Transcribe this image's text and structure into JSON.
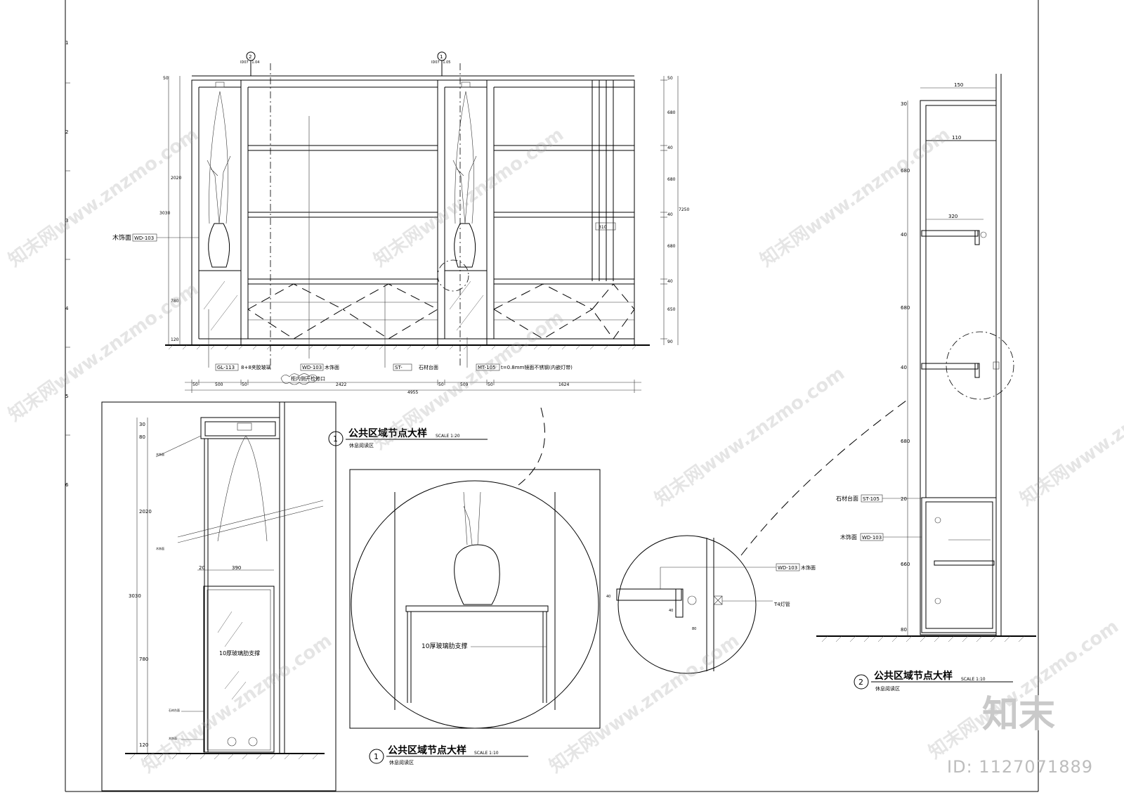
{
  "elevation": {
    "section_marks": [
      {
        "num": "2",
        "ref": "ID07 T1.04"
      },
      {
        "num": "1",
        "ref": "ID07 T1.05"
      }
    ],
    "labels": {
      "wood_face": "木饰面",
      "wood_code": "WD-103",
      "glass_code": "GL-113",
      "glass_text": "8+8夹胶玻璃",
      "wood_bottom_code": "WD-103",
      "wood_bottom_text": "木饰面",
      "stone_code": "ST-",
      "stone_text": "石材台面",
      "metal_code": "MT-105",
      "metal_text": "t=0.8mm镜面不锈钢(内嵌灯带)",
      "access_note": "柜内侧开检修口"
    },
    "dims_bottom": [
      "50",
      "500",
      "50",
      "2422",
      "50",
      "509",
      "50",
      "1624"
    ],
    "dim_total": "4955",
    "dims_right": [
      "50",
      "680",
      "40",
      "680",
      "40",
      "680",
      "40",
      "650",
      "90"
    ],
    "dims_right_total": "7250",
    "dims_left": [
      "50",
      "2020",
      "3030",
      "780",
      "120"
    ],
    "small_dim": "310"
  },
  "detail_left": {
    "dims_vertical": [
      "30",
      "80",
      "2020",
      "3030",
      "780",
      "120"
    ],
    "dims_horizontal": [
      "20",
      "390"
    ],
    "note_small": [
      "木饰面",
      "木饰面",
      "石材台面",
      "木饰面"
    ],
    "glass_fin": "10厚玻璃肋支撑"
  },
  "detail_circle": {
    "glass_fin": "10厚玻璃肋支撑"
  },
  "titles": [
    {
      "num": "1",
      "title": "公共区域节点大样",
      "scale": "SCALE 1:20",
      "sub": "休息阅读区"
    },
    {
      "num": "1",
      "title": "公共区域节点大样",
      "scale": "SCALE 1:10",
      "sub": "休息阅读区"
    },
    {
      "num": "2",
      "title": "公共区域节点大样",
      "scale": "SCALE 1:10",
      "sub": "休息阅读区"
    }
  ],
  "detail_shelf": {
    "wood_code": "WD-103",
    "wood_text": "木饰面",
    "light": "T4灯管",
    "dims": [
      "40",
      "80",
      "40"
    ]
  },
  "section_right": {
    "dims_top": [
      "150",
      "110",
      "320"
    ],
    "dims_vertical": [
      "30",
      "680",
      "40",
      "680",
      "40",
      "680",
      "20",
      "660",
      "80"
    ],
    "stone_label": "石材台面",
    "stone_code": "ST-105",
    "wood_label": "木饰面",
    "wood_code": "WD-103"
  },
  "grid_marks": [
    "1",
    "2",
    "3",
    "4",
    "5",
    "6"
  ],
  "watermark": {
    "text": "知末网www.znzmo.com",
    "logo": "知末",
    "id": "ID: 1127071889"
  }
}
